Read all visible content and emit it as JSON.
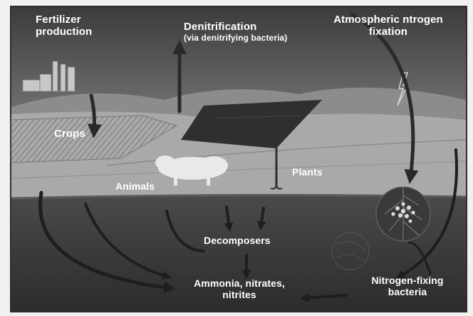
{
  "labels": {
    "fertilizer_production": [
      "Fertilizer",
      "production"
    ],
    "denitrification": [
      "Denitrification",
      "(via denitrifying bacteria)"
    ],
    "atmospheric_fixation": [
      "Atmospheric ntrogen",
      "fixation"
    ],
    "crops": "Crops",
    "animals": "Animals",
    "plants": "Plants",
    "decomposers": "Decomposers",
    "ammonia": [
      "Ammonia, nitrates,",
      "nitrites"
    ],
    "nitrogen_fixing_bacteria": [
      "Nitrogen-fixing",
      "bacteria"
    ]
  },
  "colors": {
    "sky": "#555555",
    "hills": "#8c8c8c",
    "ground": "#a9a9a9",
    "soil": "#3a3a3a",
    "arrows": "#2a2a2a",
    "text": "#ffffff"
  }
}
